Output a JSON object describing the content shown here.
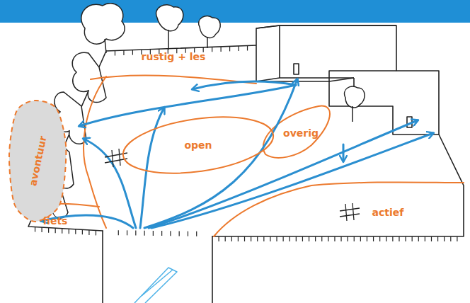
{
  "diagram": {
    "nodes": [
      {
        "text": [
          "rustig + les"
        ]
      },
      {
        "text": [
          "avontuur"
        ]
      },
      {
        "text": [
          "open"
        ]
      },
      {
        "text": [
          "overig"
        ]
      },
      {
        "text": [
          "actief"
        ]
      },
      {
        "text": [
          "fiets"
        ]
      }
    ]
  }
}
